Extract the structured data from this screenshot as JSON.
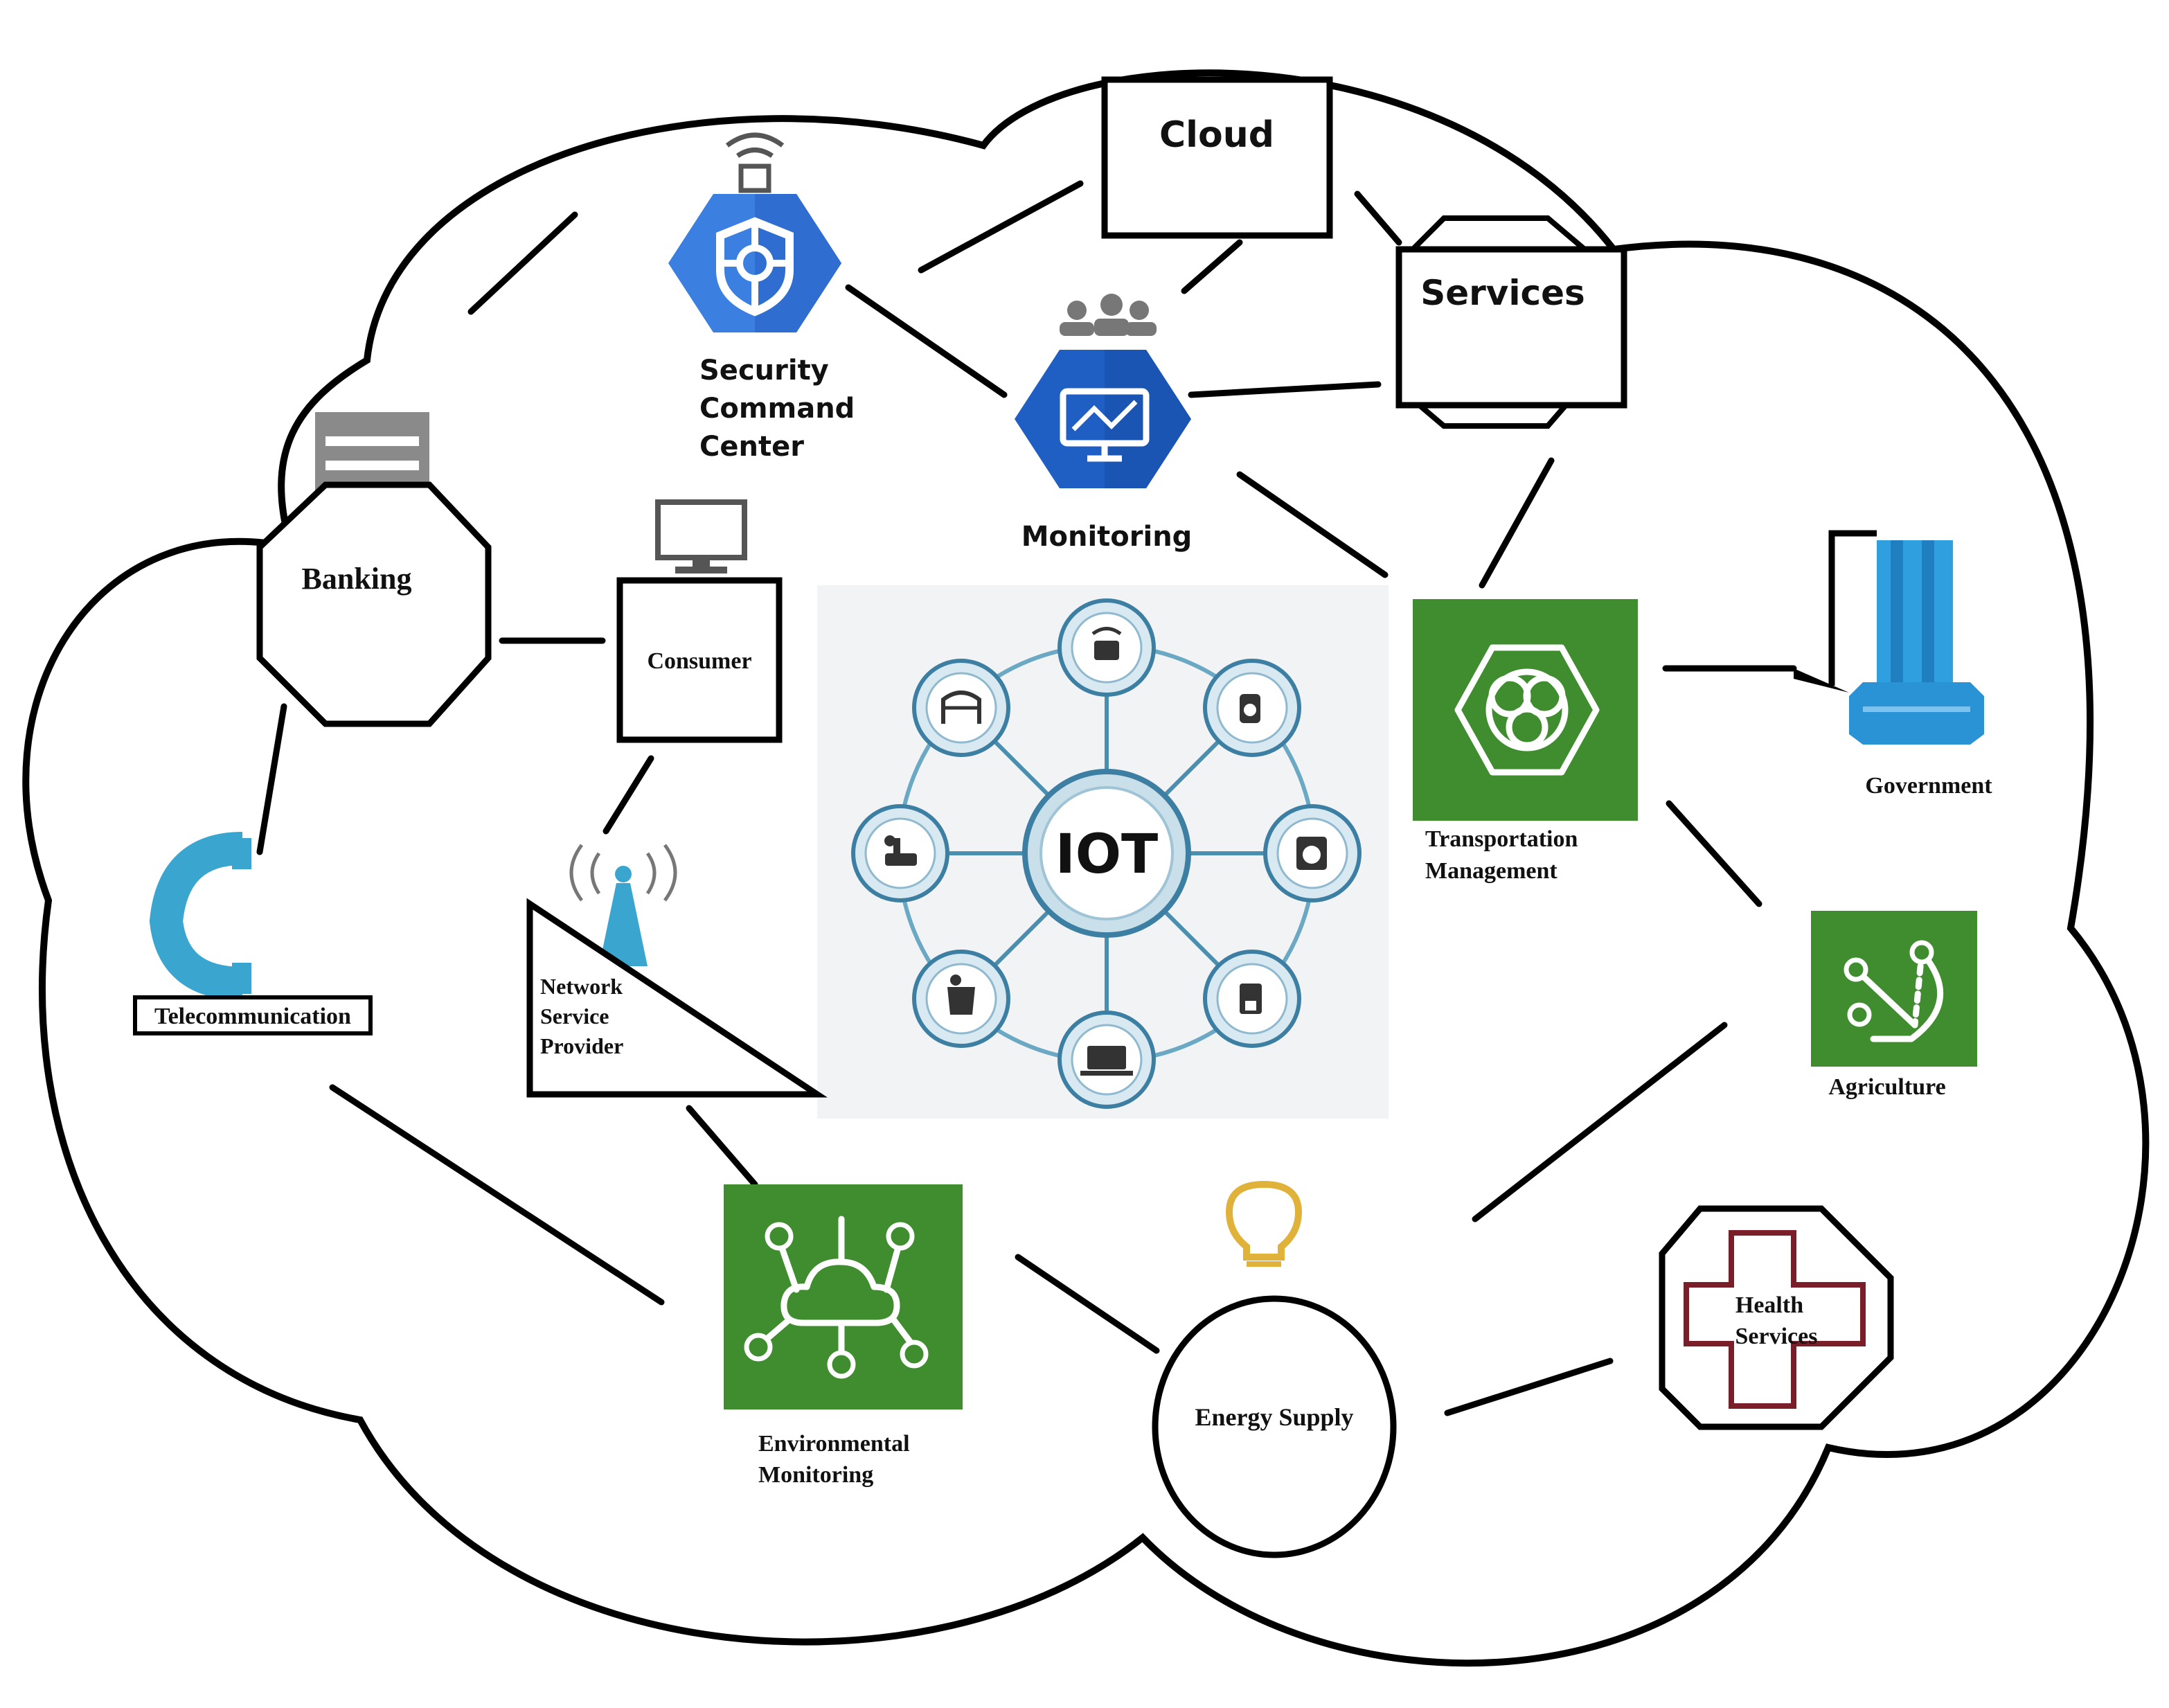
{
  "nodes": {
    "cloud": "Cloud",
    "services": "Services",
    "security": [
      "Security",
      "Command",
      "Center"
    ],
    "monitoring": "Monitoring",
    "banking": "Banking",
    "consumer": "Consumer",
    "iot": "IOT",
    "transportation": [
      "Transportation",
      "Management"
    ],
    "government": "Government",
    "telecommunication": "Telecommunication",
    "network": [
      "Network",
      "Service",
      "Provider"
    ],
    "agriculture": "Agriculture",
    "environmental": [
      "Environmental",
      "Monitoring"
    ],
    "energy": "Energy Supply",
    "health": [
      "Health",
      "Services"
    ]
  },
  "colors": {
    "gcp_blue": "#3b7fe0",
    "gcp_dark_blue": "#1f5fc4",
    "aws_green": "#3f8d2f",
    "telecom_cyan": "#3aa6cf",
    "government_blue": "#2f9fe0",
    "health_red": "#7a1e2a",
    "bulb_gold": "#e0b23a"
  },
  "icons": [
    "security-command-center-icon",
    "monitoring-icon",
    "bank-icon",
    "monitor-icon",
    "iot-hub-icon",
    "transportation-icon",
    "government-building-icon",
    "telecom-icon",
    "antenna-icon",
    "agriculture-icon",
    "cloud-network-icon",
    "lightbulb-icon",
    "medical-cross-icon"
  ]
}
